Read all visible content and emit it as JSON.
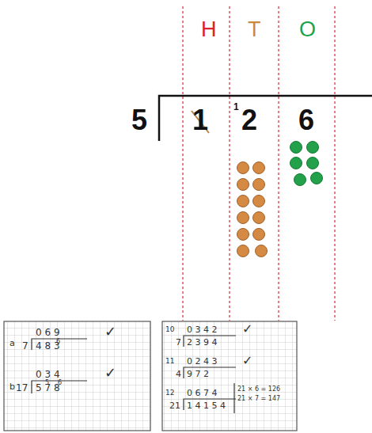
{
  "diagram": {
    "labels": [
      "H",
      "T",
      "O",
      "5",
      "1",
      "1",
      "2",
      "6",
      "a",
      "0 6 9",
      "7",
      "4 8 3",
      "6",
      "✓",
      "b",
      "0 3 4",
      "17",
      "5 7 8",
      "5",
      "6",
      "✓",
      "10",
      "0 3 4 2",
      "7",
      "2 3 9 4",
      "✓",
      "11",
      "0 2 4 3",
      "4",
      "9 7 2",
      "✓",
      "12",
      "0 6 7 4",
      "21",
      "1 4 1 5 4",
      "21 × 6 = 126",
      "21 × 7 = 147"
    ]
  }
}
